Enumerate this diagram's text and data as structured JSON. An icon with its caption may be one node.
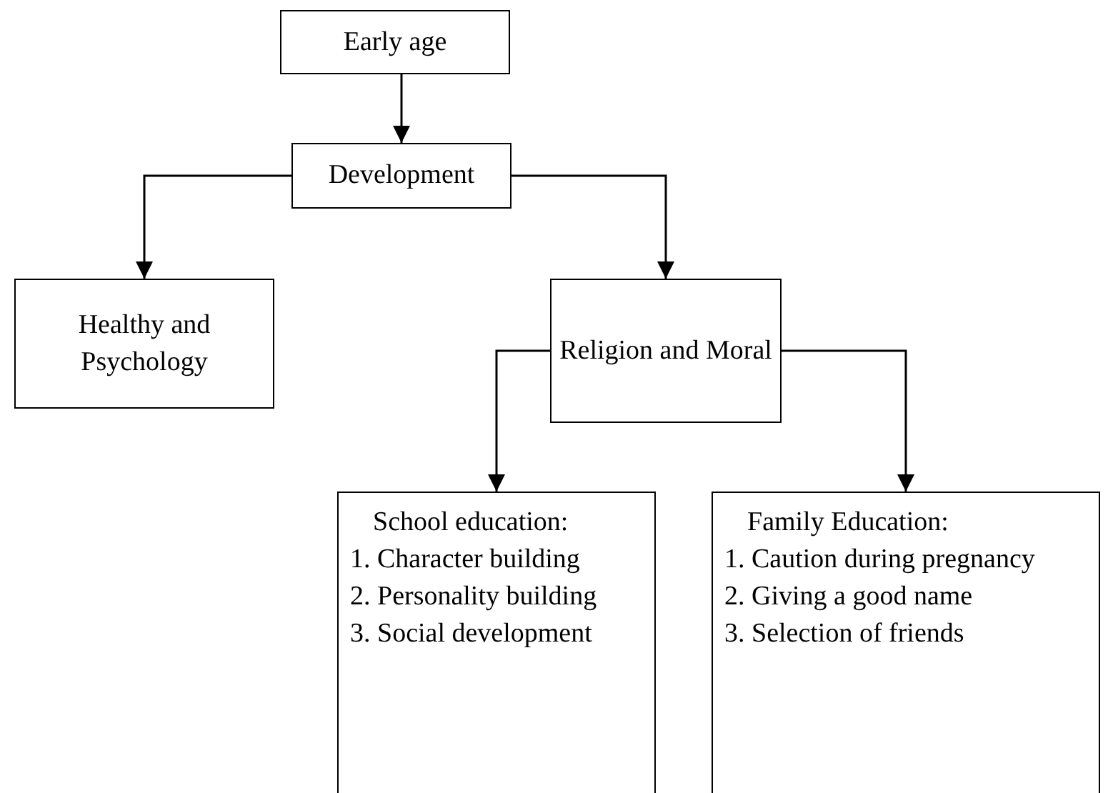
{
  "diagram": {
    "nodes": [
      {
        "text": [
          "Early age"
        ]
      },
      {
        "text": [
          "Development"
        ]
      },
      {
        "text": [
          "Healthy and Psychology"
        ]
      },
      {
        "text": [
          "Religion and Moral"
        ]
      },
      {
        "text": [
          "School education:",
          "1. Character building",
          "2. Personality building",
          "3. Social development"
        ]
      },
      {
        "text": [
          "Family Education:",
          "1. Caution during pregnancy",
          "2. Giving a good name",
          "3. Selection of friends"
        ]
      }
    ],
    "edges": [
      {
        "from": 0,
        "to": 1,
        "arrow": "to"
      },
      {
        "from": 1,
        "to": 2,
        "arrow": "to"
      },
      {
        "from": 1,
        "to": 3,
        "arrow": "to"
      },
      {
        "from": 3,
        "to": 4,
        "arrow": "to"
      },
      {
        "from": 3,
        "to": 5,
        "arrow": "to"
      }
    ]
  }
}
